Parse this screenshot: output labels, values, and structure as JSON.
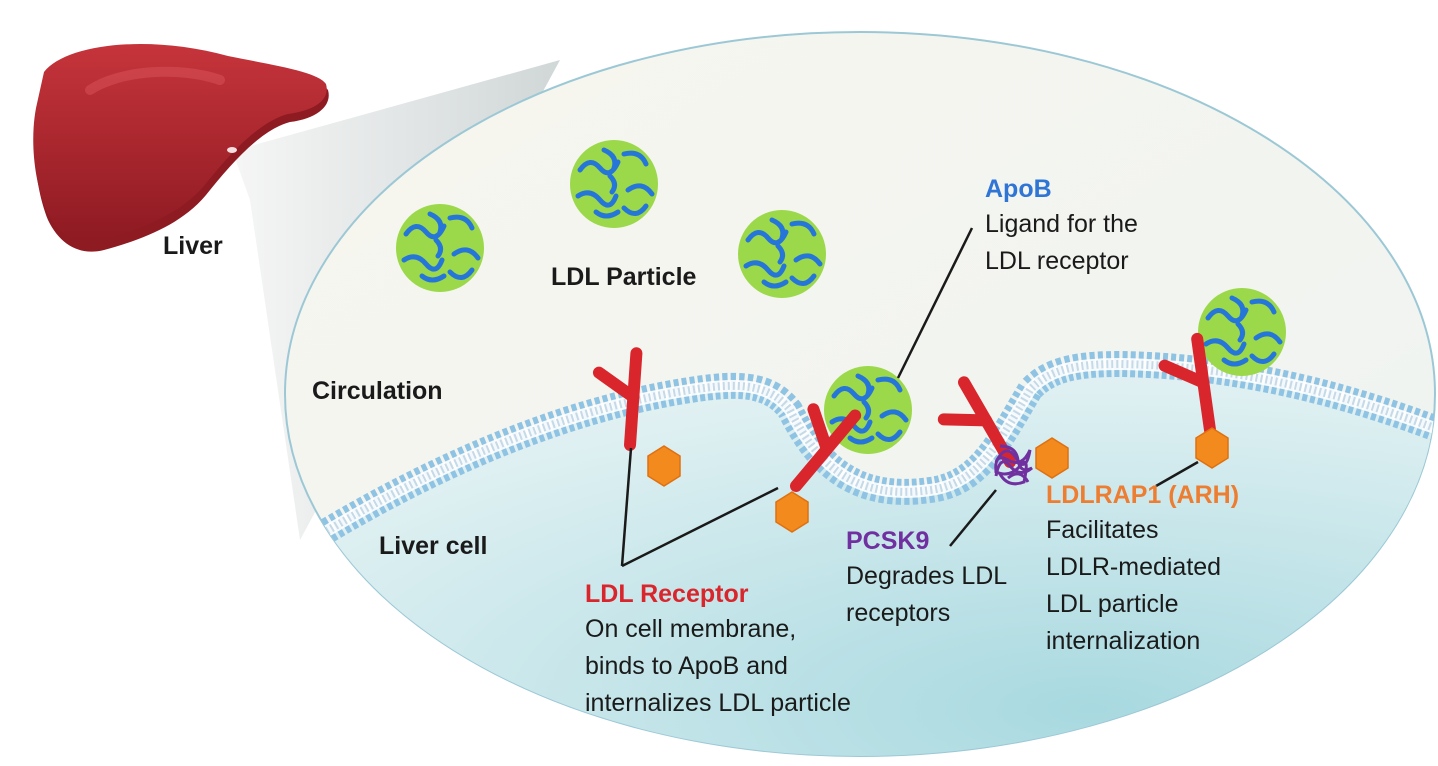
{
  "labels": {
    "liver": "Liver",
    "ldl_particle": "LDL Particle",
    "circulation": "Circulation",
    "liver_cell": "Liver cell"
  },
  "callouts": {
    "apob": {
      "title": "ApoB",
      "lines": [
        "Ligand for the",
        "LDL receptor"
      ],
      "color": "#2e75d6"
    },
    "ldl_receptor": {
      "title": "LDL Receptor",
      "lines": [
        "On cell membrane,",
        "binds to ApoB and",
        "internalizes LDL particle"
      ],
      "color": "#d9262c"
    },
    "pcsk9": {
      "title": "PCSK9",
      "lines": [
        "Degrades LDL",
        "receptors"
      ],
      "color": "#7030a0"
    },
    "ldlrap1": {
      "title": "LDLRAP1 (ARH)",
      "lines": [
        "Facilitates",
        "LDLR-mediated",
        "LDL particle",
        "internalization"
      ],
      "color": "#ed7d31"
    }
  },
  "colors": {
    "liver": "#b3262e",
    "ldl_core": "#9bd84a",
    "apob_strand": "#2676d9",
    "receptor": "#d9262c",
    "adaptor": "#f28a1e",
    "pcsk9": "#7030a0",
    "membrane_head": "#8fc3e3",
    "cell_interior": "#c9e6ec",
    "circulation_bg": "#f5f5ee"
  }
}
